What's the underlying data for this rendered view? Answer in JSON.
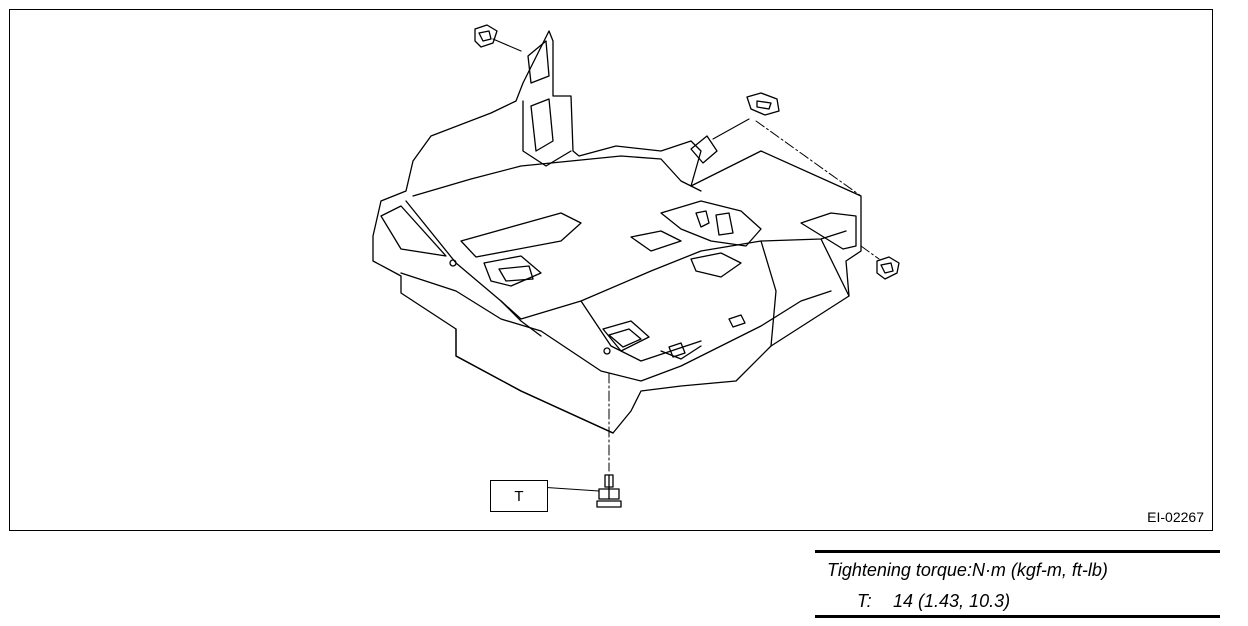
{
  "figure": {
    "id_label": "EI-02267",
    "callout_label": "T",
    "parts": [
      "clip-top-left",
      "clip-right",
      "clip-top-right",
      "bolt"
    ]
  },
  "torque": {
    "title": "Tightening torque:N·m (kgf-m, ft-lb)",
    "rows": [
      {
        "key": "T:",
        "value": "14 (1.43, 10.3)"
      }
    ]
  }
}
